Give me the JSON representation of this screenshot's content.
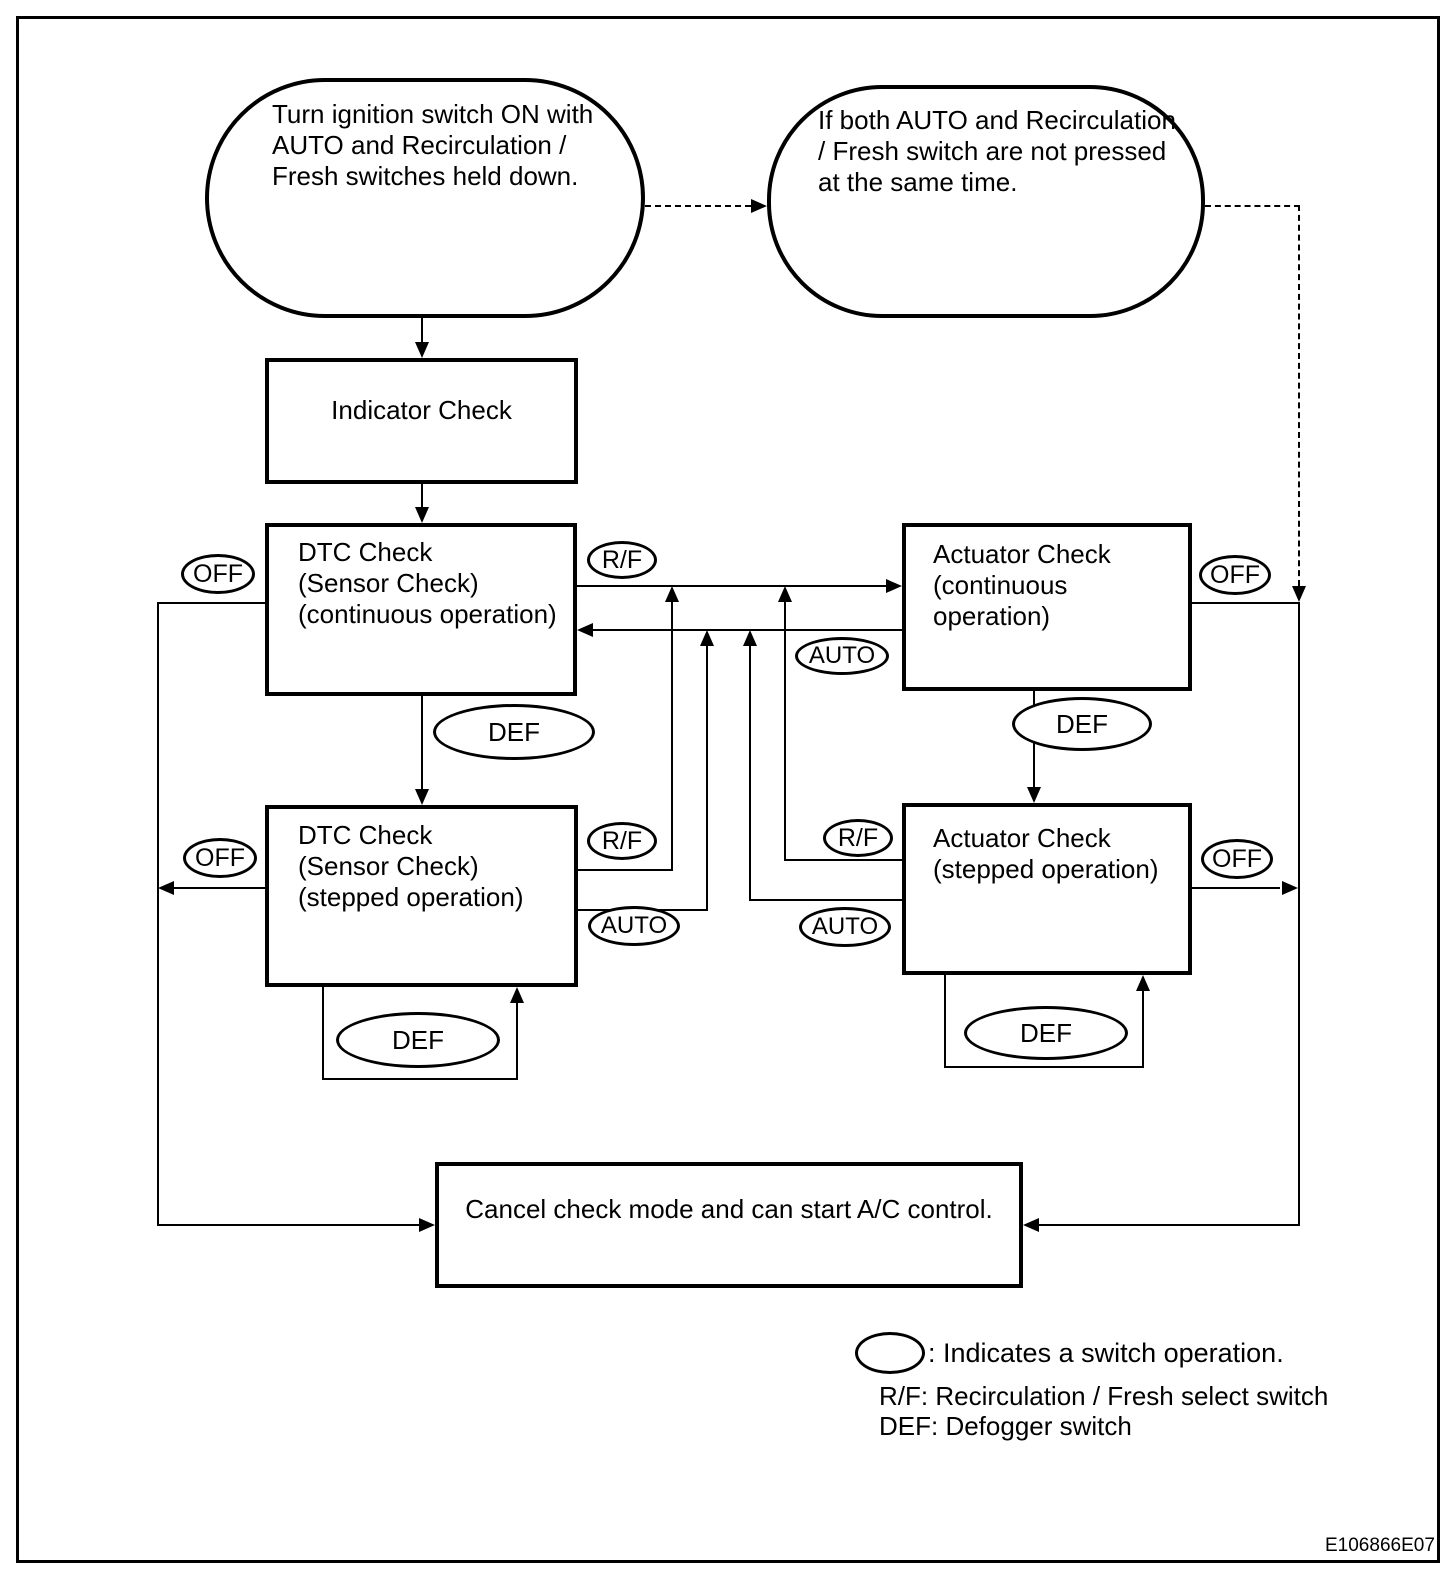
{
  "switch_labels": {
    "off": "OFF",
    "rf": "R/F",
    "auto": "AUTO",
    "def": "DEF"
  },
  "nodes": {
    "start": {
      "lines": [
        "Turn ignition switch ON with",
        "AUTO and Recirculation /",
        "Fresh switches held down."
      ]
    },
    "no_press": {
      "lines": [
        "If both AUTO and Recirculation",
        "/ Fresh switch are not pressed",
        "at the same time."
      ]
    },
    "indicator_check": {
      "label": "Indicator Check"
    },
    "dtc_check_continuous": {
      "lines": [
        "DTC Check",
        "(Sensor Check)",
        "(continuous operation)"
      ]
    },
    "actuator_check_continuous": {
      "lines": [
        "Actuator Check",
        "(continuous operation)"
      ]
    },
    "dtc_check_stepped": {
      "lines": [
        "DTC Check",
        "(Sensor Check)",
        "(stepped operation)"
      ]
    },
    "actuator_check_stepped": {
      "lines": [
        "Actuator Check",
        "(stepped operation)"
      ]
    },
    "cancel": {
      "label": "Cancel check mode and can start A/C control."
    }
  },
  "legend": {
    "ellipse_note": ": Indicates a switch operation.",
    "rf_note": "R/F: Recirculation / Fresh select switch",
    "def_note": "DEF: Defogger switch"
  },
  "figure_code": "E106866E07",
  "colors": {
    "line": "#000000",
    "background": "#ffffff"
  }
}
